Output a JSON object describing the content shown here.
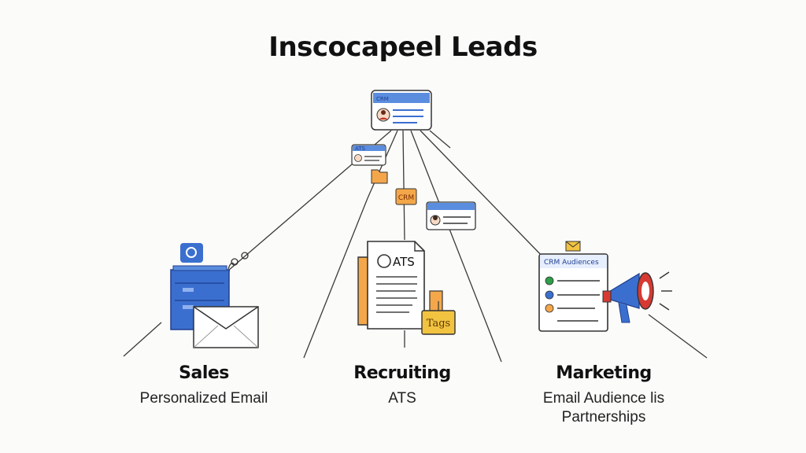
{
  "title": "Inscocapeel Leads",
  "top_card": {
    "label": "CRM"
  },
  "small_card": {
    "label": "ATS"
  },
  "tag_badge": {
    "label": "CRM"
  },
  "recruiting_doc": {
    "label": "ATS",
    "tag_label": "Tags"
  },
  "marketing_card": {
    "label": "CRM Audiences"
  },
  "columns": [
    {
      "title": "Sales",
      "subtitle": "Personalized Email"
    },
    {
      "title": "Recruiting",
      "subtitle": "ATS"
    },
    {
      "title": "Marketing",
      "subtitle_line1": "Email Audience lis",
      "subtitle_line2": "Partnerships"
    }
  ],
  "colors": {
    "accent_blue": "#3b6fcf",
    "dark_blue": "#1f3f8f",
    "folder_orange": "#f4a74a",
    "tag_yellow": "#f2c341",
    "megaphone_red": "#d63a32",
    "line": "#333333"
  }
}
